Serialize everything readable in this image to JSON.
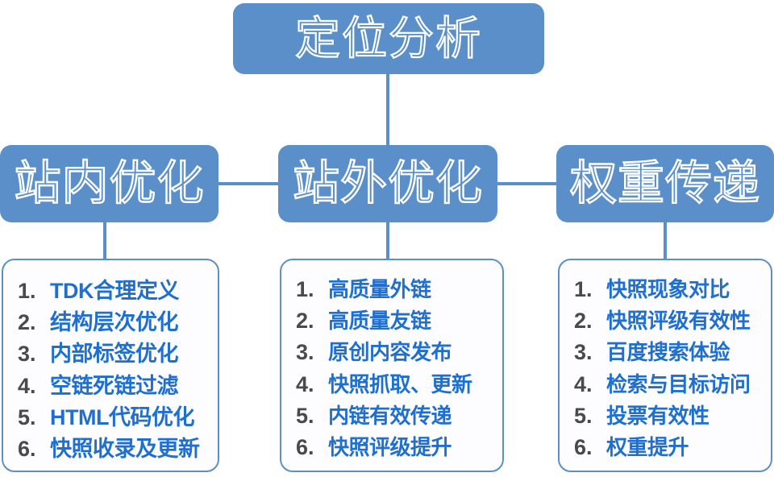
{
  "diagram": {
    "type": "tree",
    "title_box": {
      "label": "定位分析"
    },
    "colors": {
      "box_fill": "#5b8fc9",
      "connector": "#5b8fc9",
      "list_border": "#5b8fc9",
      "list_background": "#fdfdff",
      "list_number": "#4a4a4a",
      "list_text": "#1f6fd0",
      "outline_text": "#ffffff"
    },
    "branches": [
      {
        "header": "站内优化",
        "items": [
          {
            "num": "1.",
            "text": "TDK合理定义"
          },
          {
            "num": "2.",
            "text": "结构层次优化"
          },
          {
            "num": "3.",
            "text": "内部标签优化"
          },
          {
            "num": "4.",
            "text": "空链死链过滤"
          },
          {
            "num": "5.",
            "text": "HTML代码优化"
          },
          {
            "num": "6.",
            "text": "快照收录及更新"
          }
        ]
      },
      {
        "header": "站外优化",
        "items": [
          {
            "num": "1.",
            "text": "高质量外链"
          },
          {
            "num": "2.",
            "text": "高质量友链"
          },
          {
            "num": "3.",
            "text": "原创内容发布"
          },
          {
            "num": "4.",
            "text": "快照抓取、更新"
          },
          {
            "num": "5.",
            "text": "内链有效传递"
          },
          {
            "num": "6.",
            "text": "快照评级提升"
          }
        ]
      },
      {
        "header": "权重传递",
        "items": [
          {
            "num": "1.",
            "text": "快照现象对比"
          },
          {
            "num": "2.",
            "text": "快照评级有效性"
          },
          {
            "num": "3.",
            "text": "百度搜索体验"
          },
          {
            "num": "4.",
            "text": "检索与目标访问"
          },
          {
            "num": "5.",
            "text": "投票有效性"
          },
          {
            "num": "6.",
            "text": "权重提升"
          }
        ]
      }
    ]
  }
}
